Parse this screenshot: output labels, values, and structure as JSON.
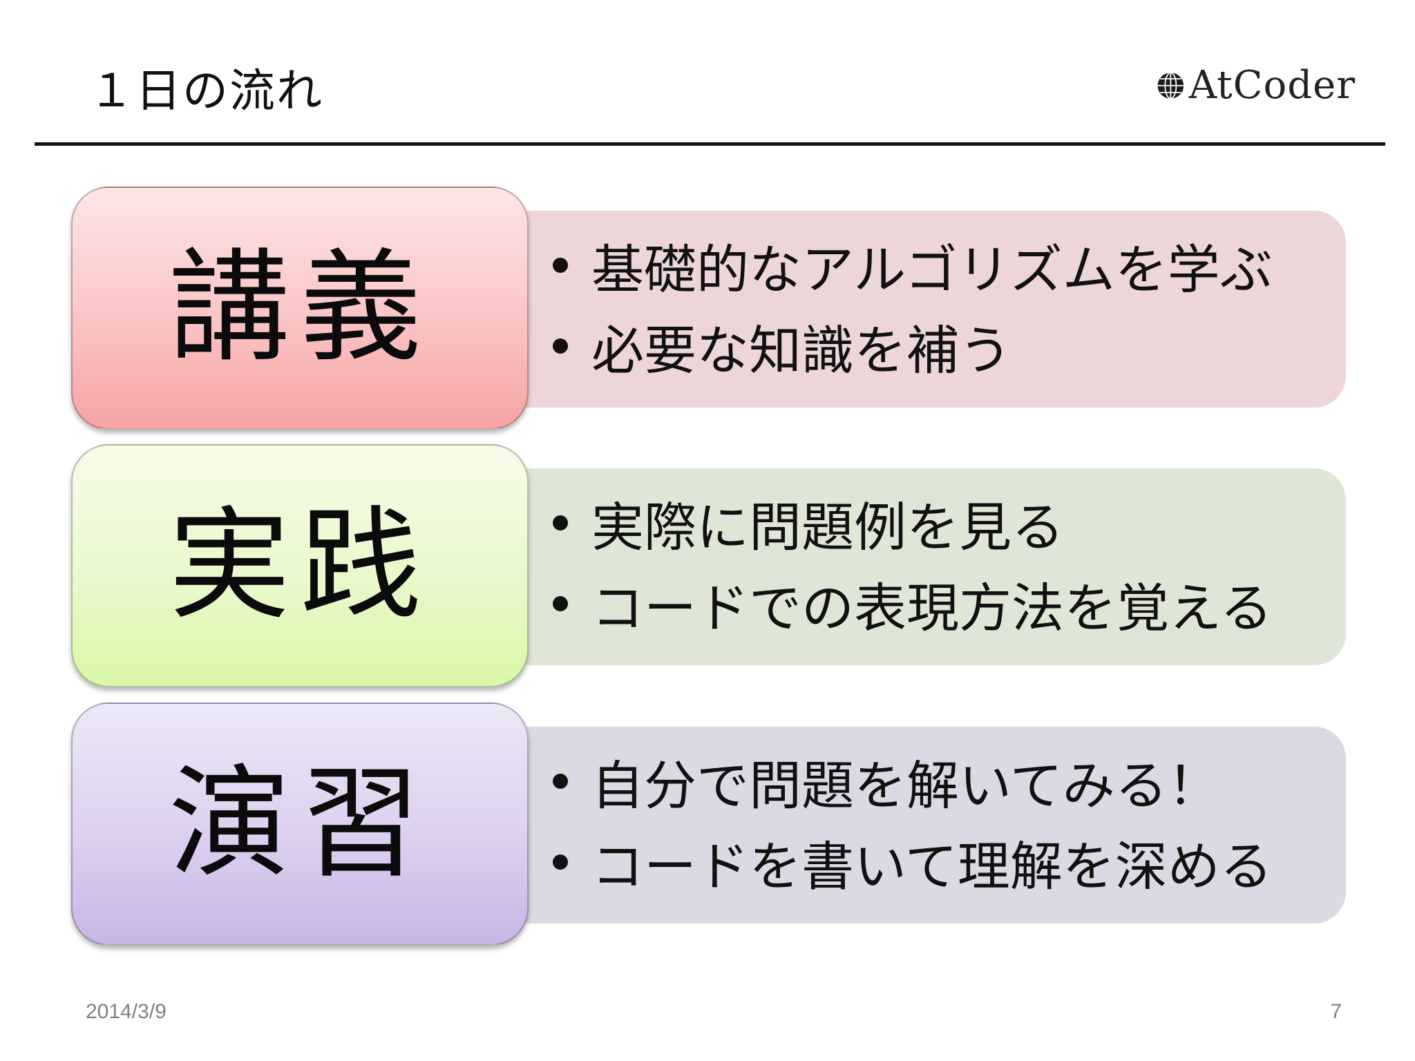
{
  "slide": {
    "title": "１日の流れ",
    "logo": {
      "text": "AtCoder",
      "icon": "globe-icon"
    },
    "footer": {
      "date": "2014/3/9",
      "page_number": "7"
    }
  },
  "sections": [
    {
      "label": "講義",
      "color": "#f6a3a4",
      "bullets": [
        "基礎的なアルゴリズムを学ぶ",
        "必要な知識を補う"
      ]
    },
    {
      "label": "実践",
      "color": "#d8f7a8",
      "bullets": [
        "実際に問題例を見る",
        "コードでの表現方法を覚える"
      ]
    },
    {
      "label": "演習",
      "color": "#c8b5e6",
      "bullets": [
        "自分で問題を解いてみる！",
        "コードを書いて理解を深める"
      ]
    }
  ]
}
